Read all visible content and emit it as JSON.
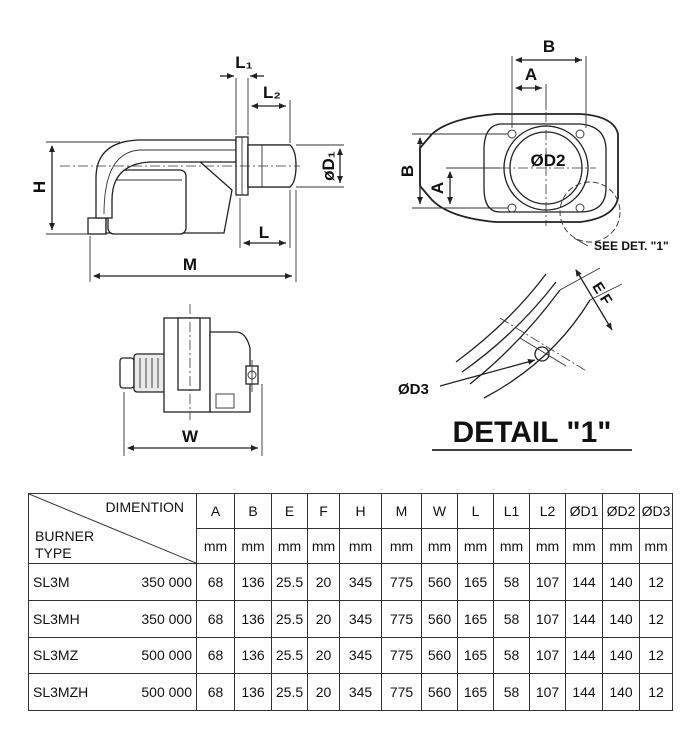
{
  "labels": {
    "L1": "L₁",
    "L2": "L₂",
    "D1": "øD₁",
    "H": "H",
    "L": "L",
    "M": "M",
    "W": "W",
    "B_top": "B",
    "A_top": "A",
    "B_side": "B",
    "A_side": "A",
    "D2": "ØD2",
    "see_detail": "SEE DET. \"1\"",
    "E_F": "E F",
    "D3": "ØD3",
    "detail_title": "DETAIL \"1\""
  },
  "table": {
    "corner_top": "DIMENTION",
    "corner_bottom_1": "BURNER",
    "corner_bottom_2": "TYPE",
    "columns": [
      "A",
      "B",
      "E",
      "F",
      "H",
      "M",
      "W",
      "L",
      "L1",
      "L2",
      "ØD1",
      "ØD2",
      "ØD3"
    ],
    "units": [
      "mm",
      "mm",
      "mm",
      "mm",
      "mm",
      "mm",
      "mm",
      "mm",
      "mm",
      "mm",
      "mm",
      "mm",
      "mm"
    ],
    "rows": [
      {
        "type": "SL3M",
        "power": "350 000",
        "values": [
          "68",
          "136",
          "25.5",
          "20",
          "345",
          "775",
          "560",
          "165",
          "58",
          "107",
          "144",
          "140",
          "12"
        ]
      },
      {
        "type": "SL3MH",
        "power": "350 000",
        "values": [
          "68",
          "136",
          "25.5",
          "20",
          "345",
          "775",
          "560",
          "165",
          "58",
          "107",
          "144",
          "140",
          "12"
        ]
      },
      {
        "type": "SL3MZ",
        "power": "500 000",
        "values": [
          "68",
          "136",
          "25.5",
          "20",
          "345",
          "775",
          "560",
          "165",
          "58",
          "107",
          "144",
          "140",
          "12"
        ]
      },
      {
        "type": "SL3MZH",
        "power": "500 000",
        "values": [
          "68",
          "136",
          "25.5",
          "20",
          "345",
          "775",
          "560",
          "165",
          "58",
          "107",
          "144",
          "140",
          "12"
        ]
      }
    ]
  }
}
